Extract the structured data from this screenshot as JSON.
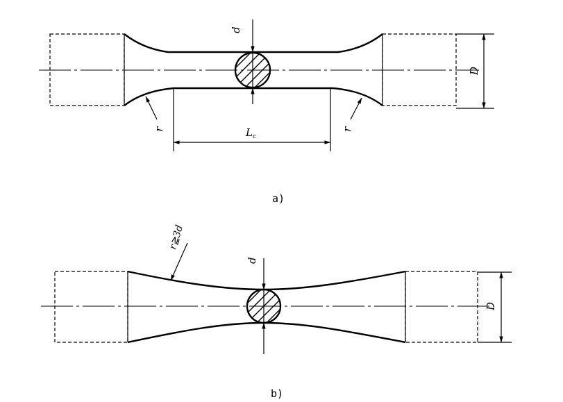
{
  "figure_a": {
    "caption": "a)",
    "label_d": "d",
    "label_D": "D",
    "label_r_left": "r",
    "label_r_right": "r",
    "label_Lc_main": "L",
    "label_Lc_sub": "c"
  },
  "figure_b": {
    "caption": "b)",
    "label_d": "d",
    "label_D": "D",
    "label_r": "r≧3d"
  }
}
